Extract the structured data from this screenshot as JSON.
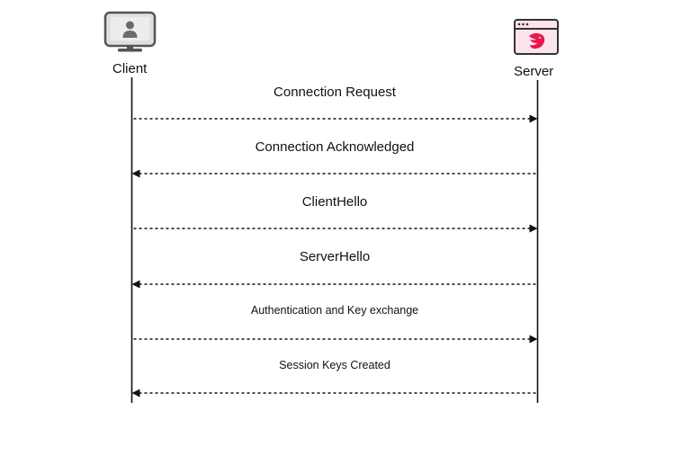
{
  "actors": {
    "client": {
      "label": "Client",
      "icon": "monitor-user-icon"
    },
    "server": {
      "label": "Server",
      "icon": "browser-window-icon",
      "accent": "#E8194F",
      "fill": "#FCE4EC"
    }
  },
  "messages": [
    {
      "label": "Connection Request",
      "direction": "client-to-server"
    },
    {
      "label": "Connection Acknowledged",
      "direction": "server-to-client"
    },
    {
      "label": "ClientHello",
      "direction": "client-to-server"
    },
    {
      "label": "ServerHello",
      "direction": "server-to-client"
    },
    {
      "label": "Authentication and Key exchange",
      "direction": "client-to-server"
    },
    {
      "label": "Session Keys Created",
      "direction": "server-to-client"
    }
  ],
  "colors": {
    "line": "#111111",
    "monitor_gray": "#E0E0E0",
    "monitor_dark": "#555555"
  }
}
